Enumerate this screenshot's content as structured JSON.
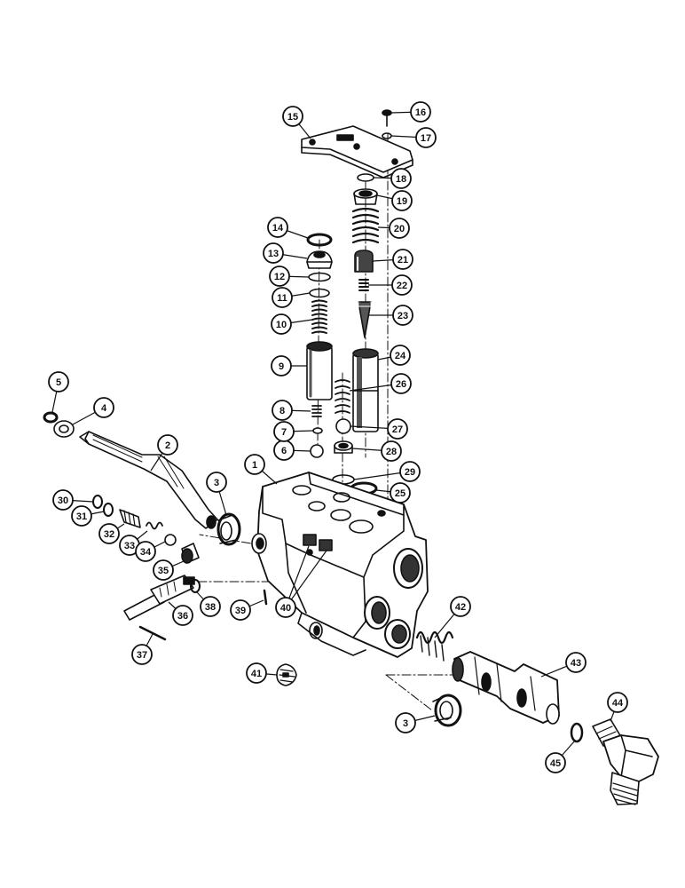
{
  "diagram": {
    "type": "exploded parts diagram",
    "colors": {
      "ink": "#111111",
      "paper": "#ffffff",
      "shade": "#555555"
    },
    "callouts": [
      {
        "id": "c1",
        "label": "1"
      },
      {
        "id": "c2",
        "label": "2"
      },
      {
        "id": "c3a",
        "label": "3"
      },
      {
        "id": "c3b",
        "label": "3"
      },
      {
        "id": "c4",
        "label": "4"
      },
      {
        "id": "c5",
        "label": "5"
      },
      {
        "id": "c6",
        "label": "6"
      },
      {
        "id": "c7",
        "label": "7"
      },
      {
        "id": "c8",
        "label": "8"
      },
      {
        "id": "c9",
        "label": "9"
      },
      {
        "id": "c10",
        "label": "10"
      },
      {
        "id": "c11",
        "label": "11"
      },
      {
        "id": "c12",
        "label": "12"
      },
      {
        "id": "c13",
        "label": "13"
      },
      {
        "id": "c14",
        "label": "14"
      },
      {
        "id": "c15",
        "label": "15"
      },
      {
        "id": "c16",
        "label": "16"
      },
      {
        "id": "c17",
        "label": "17"
      },
      {
        "id": "c18",
        "label": "18"
      },
      {
        "id": "c19",
        "label": "19"
      },
      {
        "id": "c20",
        "label": "20"
      },
      {
        "id": "c21",
        "label": "21"
      },
      {
        "id": "c22",
        "label": "22"
      },
      {
        "id": "c23",
        "label": "23"
      },
      {
        "id": "c24",
        "label": "24"
      },
      {
        "id": "c25",
        "label": "25"
      },
      {
        "id": "c26",
        "label": "26"
      },
      {
        "id": "c27",
        "label": "27"
      },
      {
        "id": "c28",
        "label": "28"
      },
      {
        "id": "c29",
        "label": "29"
      },
      {
        "id": "c30",
        "label": "30"
      },
      {
        "id": "c31",
        "label": "31"
      },
      {
        "id": "c32",
        "label": "32"
      },
      {
        "id": "c33",
        "label": "33"
      },
      {
        "id": "c34",
        "label": "34"
      },
      {
        "id": "c35",
        "label": "35"
      },
      {
        "id": "c36",
        "label": "36"
      },
      {
        "id": "c37",
        "label": "37"
      },
      {
        "id": "c38",
        "label": "38"
      },
      {
        "id": "c39",
        "label": "39"
      },
      {
        "id": "c40",
        "label": "40"
      },
      {
        "id": "c41",
        "label": "41"
      },
      {
        "id": "c42",
        "label": "42"
      },
      {
        "id": "c43",
        "label": "43"
      },
      {
        "id": "c44",
        "label": "44"
      },
      {
        "id": "c45",
        "label": "45"
      }
    ]
  }
}
